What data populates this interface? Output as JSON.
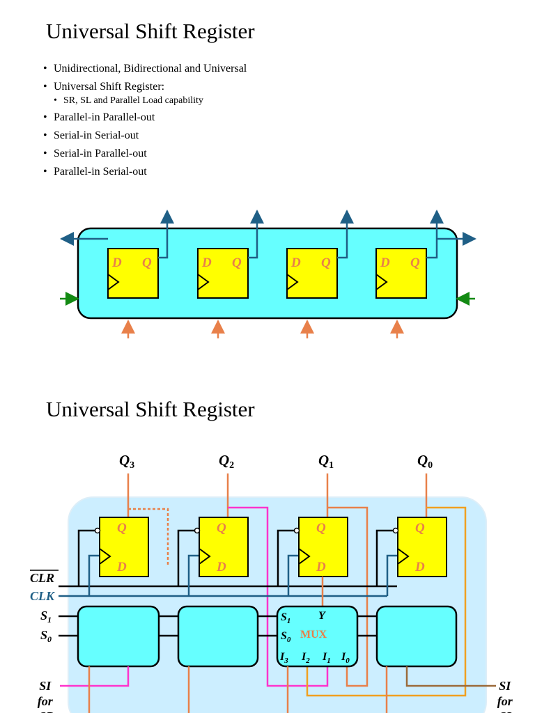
{
  "slide1": {
    "title": "Universal Shift Register",
    "bullets": [
      "Unidirectional, Bidirectional and Universal",
      "Universal Shift Register:",
      "SR, SL and Parallel Load capability",
      "Parallel-in Parallel-out",
      "Serial-in Serial-out",
      "Serial-in Parallel-out",
      "Parallel-in Serial-out"
    ],
    "ff_d": "D",
    "ff_q": "Q"
  },
  "slide2": {
    "title": "Universal Shift Register",
    "outputs": [
      "3",
      "2",
      "1",
      "0"
    ],
    "output_letter": "Q",
    "ff_q": "Q",
    "ff_d": "D",
    "clr": "CLR",
    "clk": "CLK",
    "s1": "S",
    "s1_sub": "1",
    "s0": "S",
    "s0_sub": "0",
    "mux_label": "MUX",
    "mux_y": "Y",
    "mux_s": "S",
    "mux_s1_sub": "1",
    "mux_s0_sub": "0",
    "mux_i": "I",
    "mux_i_subs": [
      "3",
      "2",
      "1",
      "0"
    ],
    "si_left": [
      "SI",
      "for",
      "SR"
    ],
    "si_right": [
      "SI",
      "for",
      "SL"
    ]
  },
  "colors": {
    "cyan_box": "#66FFFF",
    "light_blue_bg": "#CCEEFF",
    "yellow_ff": "#FFFF00",
    "orange": "#E8804A",
    "teal_blue": "#1F5F86",
    "green": "#138A13",
    "magenta": "#FF33CC",
    "gold": "#F0A020",
    "brown": "#9B6A3A"
  }
}
